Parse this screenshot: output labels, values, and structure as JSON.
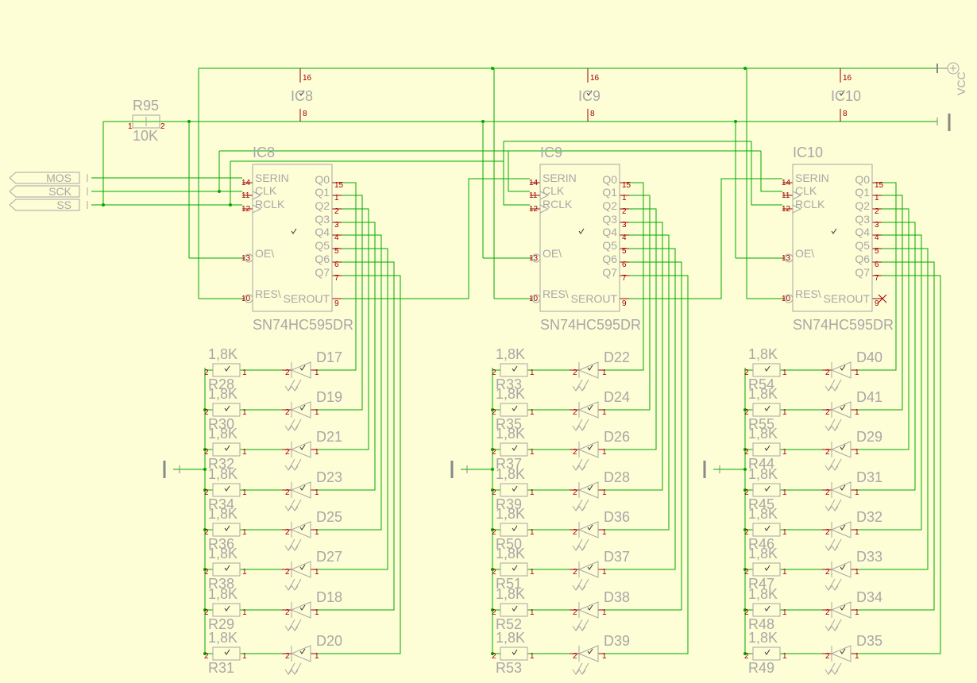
{
  "supply": {
    "vcc": "VCC"
  },
  "inputs": [
    "MOS",
    "SCK",
    "SS"
  ],
  "pullup": {
    "name": "R95",
    "value": "10K",
    "pin1": "1",
    "pin2": "2"
  },
  "ics": [
    {
      "name": "IC8",
      "part": "SN74HC595DR",
      "vcc_pin": "16",
      "gnd_pin": "8",
      "leds": [
        "D17",
        "D19",
        "D21",
        "D23",
        "D25",
        "D27",
        "D18",
        "D20"
      ],
      "resistors": [
        "R28",
        "R30",
        "R32",
        "R34",
        "R36",
        "R38",
        "R29",
        "R31"
      ],
      "serout_nc": false
    },
    {
      "name": "IC9",
      "part": "SN74HC595DR",
      "vcc_pin": "16",
      "gnd_pin": "8",
      "leds": [
        "D22",
        "D24",
        "D26",
        "D28",
        "D36",
        "D37",
        "D38",
        "D39"
      ],
      "resistors": [
        "R33",
        "R35",
        "R37",
        "R39",
        "R50",
        "R51",
        "R52",
        "R53"
      ],
      "serout_nc": false
    },
    {
      "name": "IC10",
      "part": "SN74HC595DR",
      "vcc_pin": "16",
      "gnd_pin": "8",
      "leds": [
        "D40",
        "D41",
        "D29",
        "D31",
        "D32",
        "D33",
        "D34",
        "D35"
      ],
      "resistors": [
        "R54",
        "R55",
        "R44",
        "R45",
        "R46",
        "R47",
        "R48",
        "R49"
      ],
      "serout_nc": true
    }
  ],
  "resistor_value": "1,8K",
  "ic_pins": {
    "left": [
      {
        "label": "SERIN",
        "num": "14"
      },
      {
        "label": "CLK",
        "num": "11"
      },
      {
        "label": "RCLK",
        "num": "12"
      },
      {
        "label": "OE\\",
        "num": "13"
      },
      {
        "label": "RES\\",
        "num": "10"
      }
    ],
    "outputs": [
      {
        "label": "Q0",
        "num": "15"
      },
      {
        "label": "Q1",
        "num": "1"
      },
      {
        "label": "Q2",
        "num": "2"
      },
      {
        "label": "Q3",
        "num": "3"
      },
      {
        "label": "Q4",
        "num": "4"
      },
      {
        "label": "Q5",
        "num": "5"
      },
      {
        "label": "Q6",
        "num": "6"
      },
      {
        "label": "Q7",
        "num": "7"
      }
    ],
    "serout": {
      "label": "SEROUT",
      "num": "9"
    }
  },
  "passive_pins": {
    "a": "2",
    "b": "1"
  },
  "colors": {
    "background": "#fdfdd6",
    "net": "#00aa00",
    "symbol": "#a8a8a8",
    "pin_number": "#a00000",
    "supply": "#888888"
  }
}
